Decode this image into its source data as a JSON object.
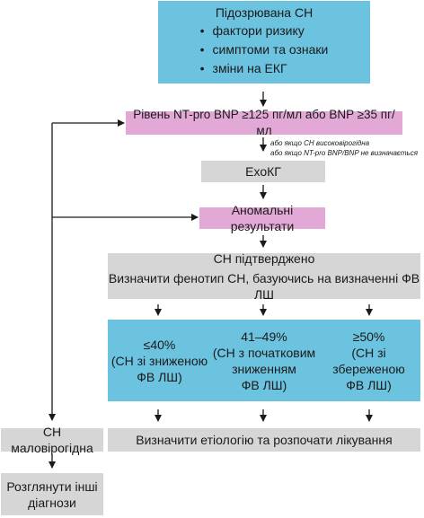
{
  "suspected": {
    "title": "Підозрювана СН",
    "items": [
      "фактори ризику",
      "симптоми та ознаки",
      "зміни на ЕКГ"
    ]
  },
  "bnp_level": "Рівень NT-pro BNP ≥125 пг/мл або BNP ≥35 пг/мл",
  "notes": [
    "або якщо СН високовірогідна",
    "або якщо NT-pro BNP/BNP не визначається"
  ],
  "echo": "ЕхоКГ",
  "abnormal": "Аномальні результати",
  "confirmed": {
    "line1": "СН підтверджено",
    "line2": "Визначити фенотип СН, базуючись на визначенні ФВ ЛШ"
  },
  "phenotypes": [
    {
      "line1": "≤40%",
      "line2": "(СН зі зниженою",
      "line3": "ФВ ЛШ)"
    },
    {
      "line1": "41–49%",
      "line2": "(СН з початковим",
      "line3": "зниженням",
      "line4": "ФВ ЛШ)"
    },
    {
      "line1": "≥50%",
      "line2": "(СН зі збереженою",
      "line3": "ФВ ЛШ)"
    }
  ],
  "unlikely": "СН маловірогідна",
  "treatment": "Визначити етіологію та розпочати лікування",
  "other_dx": {
    "line1": "Розглянути інші",
    "line2": "діагнози"
  },
  "colors": {
    "blue": "#6cc3e0",
    "pink": "#e3a9d6",
    "grey": "#d6d6d6"
  }
}
